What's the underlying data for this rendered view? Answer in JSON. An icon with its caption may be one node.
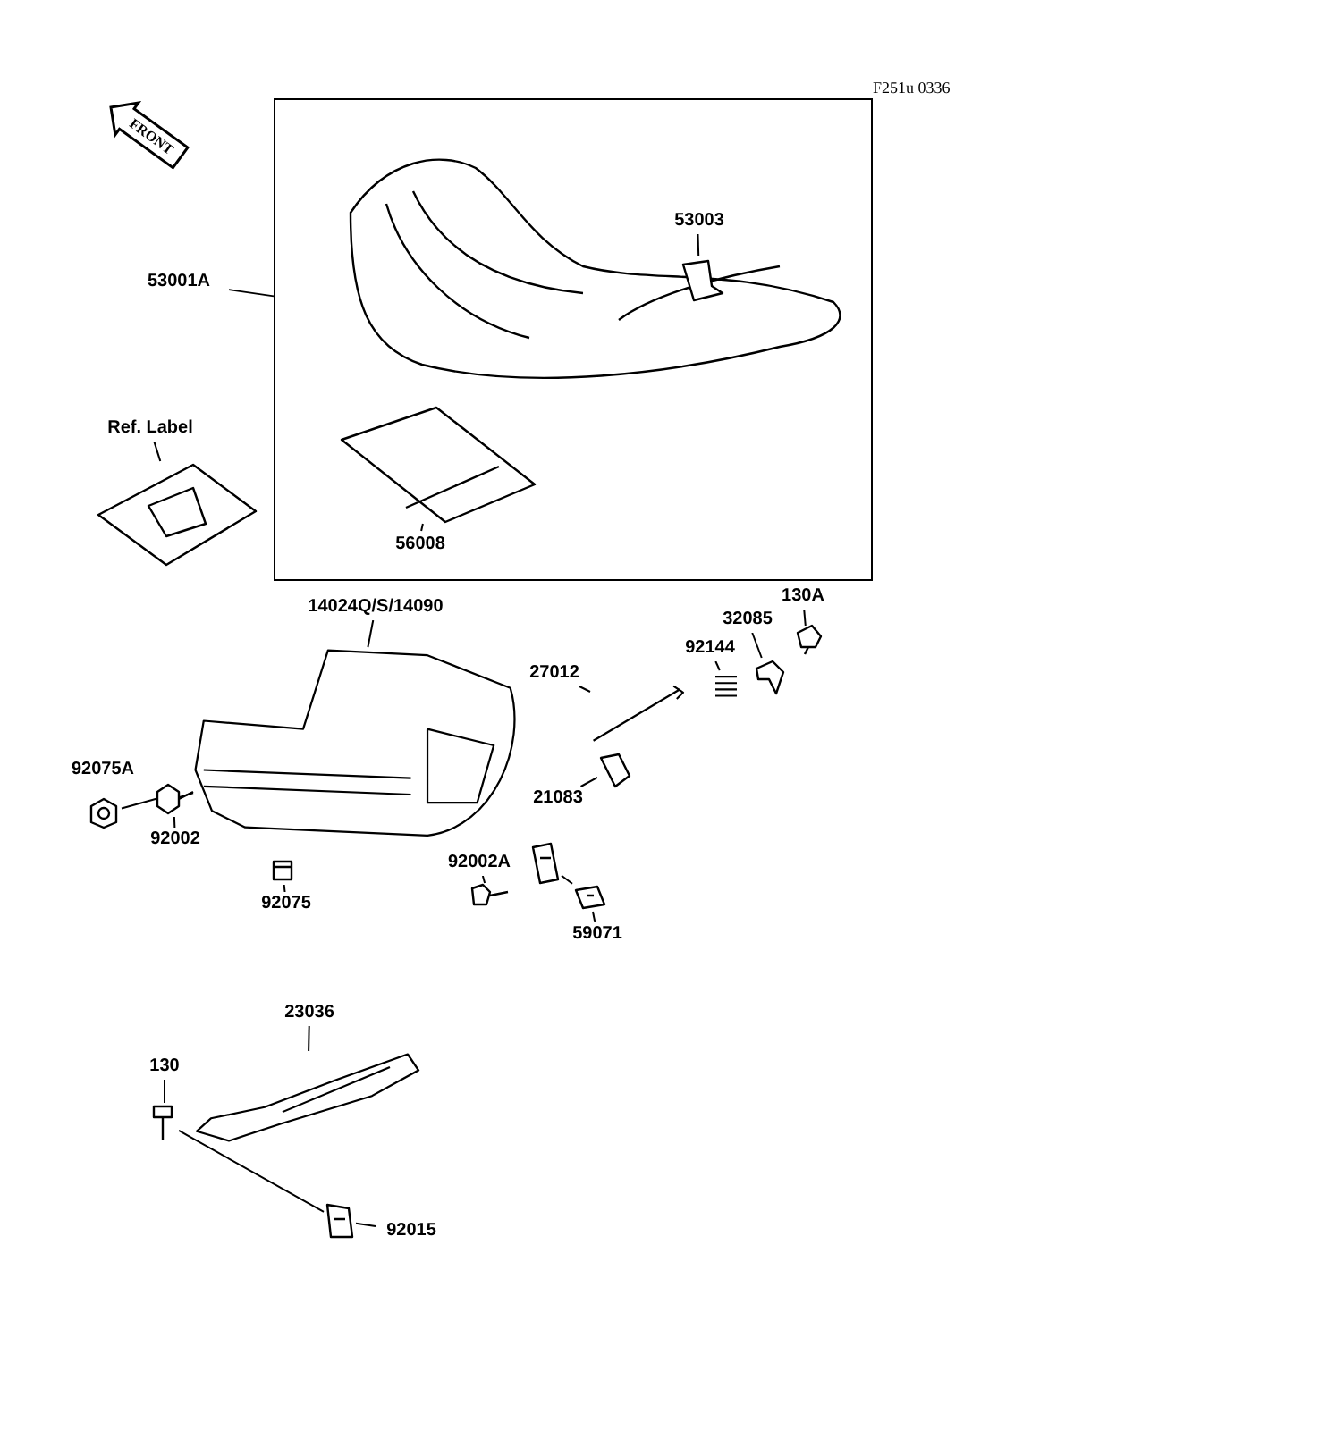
{
  "diagram": {
    "nodes": [
      {
        "text": [],
        "shape": "box"
      },
      {
        "text": [
          "53001A"
        ]
      },
      {
        "text": [],
        "shape": "picture",
        "in": 0
      },
      {
        "text": [
          "53003"
        ],
        "in": 2
      },
      {
        "text": [],
        "shape": "picture",
        "in": 2
      },
      {
        "text": [],
        "shape": "picture",
        "in": 0
      },
      {
        "text": [
          "56008"
        ],
        "in": 0
      },
      {
        "text": [
          "Ref. Label"
        ]
      },
      {
        "text": [],
        "shape": "picture"
      },
      {
        "text": [
          "14024Q/S/14090"
        ]
      },
      {
        "text": [],
        "shape": "picture"
      },
      {
        "text": [],
        "shape": "picture",
        "beside": [
          "92075A"
        ]
      },
      {
        "text": [
          "92002"
        ]
      },
      {
        "text": [],
        "shape": "picture"
      },
      {
        "text": [
          "92075"
        ]
      },
      {
        "text": [],
        "shape": "picture"
      },
      {
        "text": [
          "27012"
        ]
      },
      {
        "text": [],
        "shape": "picture"
      },
      {
        "text": [
          "92144"
        ]
      },
      {
        "text": [],
        "shape": "picture"
      },
      {
        "text": [
          "32085"
        ]
      },
      {
        "text": [],
        "shape": "picture"
      },
      {
        "text": [
          "130A"
        ]
      },
      {
        "text": [],
        "shape": "picture"
      },
      {
        "text": [
          "21083"
        ]
      },
      {
        "text": [],
        "shape": "picture"
      },
      {
        "text": [
          "92002A"
        ]
      },
      {
        "text": [],
        "shape": "picture"
      },
      {
        "text": [],
        "shape": "picture"
      },
      {
        "text": [
          "59071"
        ]
      },
      {
        "text": [],
        "shape": "picture"
      },
      {
        "text": [
          "23036"
        ]
      },
      {
        "text": [],
        "shape": "picture"
      },
      {
        "text": [
          "130"
        ]
      },
      {
        "text": [],
        "shape": "picture"
      },
      {
        "text": [
          "92015"
        ]
      },
      {
        "text": [],
        "shape": "picture"
      }
    ],
    "edges": [
      {
        "from": 1,
        "to": 0,
        "arrow": "none"
      },
      {
        "from": 3,
        "to": 4,
        "arrow": "none"
      },
      {
        "from": 6,
        "to": 5,
        "arrow": "none"
      },
      {
        "from": 7,
        "to": 8,
        "arrow": "none"
      },
      {
        "from": 9,
        "to": 10,
        "arrow": "none"
      },
      {
        "from": 11,
        "to": 10,
        "arrow": "none"
      },
      {
        "from": 12,
        "to": 13,
        "arrow": "none"
      },
      {
        "from": 13,
        "to": 10,
        "arrow": "none"
      },
      {
        "from": 14,
        "to": 15,
        "arrow": "none"
      },
      {
        "from": 16,
        "to": 17,
        "arrow": "none"
      },
      {
        "from": 18,
        "to": 19,
        "arrow": "none"
      },
      {
        "from": 20,
        "to": 21,
        "arrow": "none"
      },
      {
        "from": 22,
        "to": 23,
        "arrow": "none"
      },
      {
        "from": 24,
        "to": 25,
        "arrow": "none"
      },
      {
        "from": 26,
        "to": 27,
        "arrow": "none"
      },
      {
        "from": 28,
        "to": 30,
        "arrow": "none"
      },
      {
        "from": 29,
        "to": 30,
        "arrow": "none"
      },
      {
        "from": 31,
        "to": 32,
        "arrow": "none"
      },
      {
        "from": 33,
        "to": 34,
        "arrow": "none"
      },
      {
        "from": 35,
        "to": 36,
        "arrow": "none"
      },
      {
        "from": 34,
        "to": 36,
        "arrow": "none"
      }
    ],
    "labels": [
      "F251u 0336",
      "FRONT"
    ]
  }
}
